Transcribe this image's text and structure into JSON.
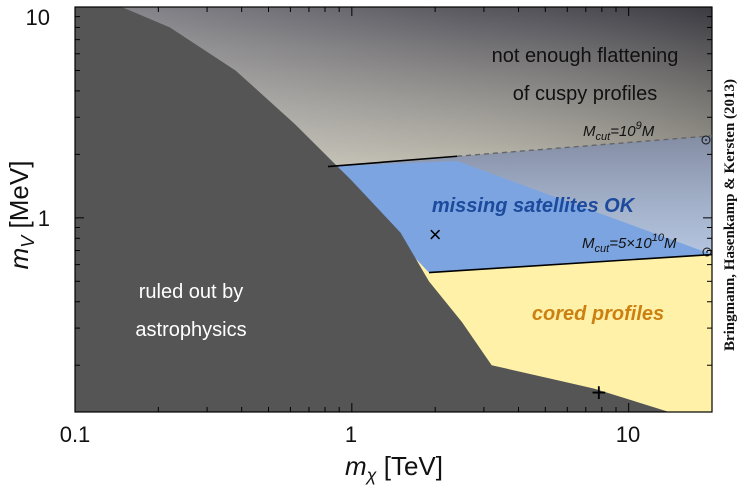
{
  "chart_data": {
    "type": "area",
    "xscale": "log",
    "yscale": "log",
    "xlim": [
      0.1,
      20
    ],
    "ylim": [
      0.12,
      10
    ],
    "x_ticks": [
      "0.1",
      "1",
      "10"
    ],
    "y_ticks": [
      "10",
      "1"
    ],
    "xlabel": {
      "main": "m",
      "sub": "χ",
      "unit": " [TeV]"
    },
    "ylabel": {
      "main": "m",
      "sub": "V",
      "unit": " [MeV]"
    },
    "credit": "Bringmann, Hasenkamp & Kersten (2013)",
    "regions": [
      {
        "name": "ruled_out",
        "labels": [
          "ruled out by",
          "astrophysics"
        ],
        "color": "#555555",
        "boundary_x": [
          0.14,
          0.15,
          0.22,
          0.38,
          0.62,
          1.0,
          1.5,
          1.9,
          2.5,
          3.2,
          7.5,
          14.0
        ],
        "boundary_y": [
          10,
          9.9,
          8.0,
          5.0,
          2.8,
          1.5,
          0.85,
          0.5,
          0.32,
          0.2,
          0.155,
          0.12
        ]
      },
      {
        "name": "not_enough_flattening",
        "labels": [
          "not enough flattening",
          "of cuspy profiles"
        ],
        "color": "#3a3a4a"
      },
      {
        "name": "missing_satellites",
        "labels": [
          "missing satellites OK"
        ],
        "color": "#7ba4e0",
        "text_color": "#1c4a9c"
      },
      {
        "name": "cored_profiles",
        "labels": [
          "cored profiles"
        ],
        "color": "#fff2a8",
        "text_color": "#cc8012"
      }
    ],
    "lines": [
      {
        "name": "Mcut 1e9",
        "label_main": "M",
        "label_sub": "cut",
        "label_eq": "=10",
        "label_sup": "9",
        "label_end": "M",
        "x": [
          0.82,
          20
        ],
        "y": [
          1.75,
          2.45
        ],
        "style": "solid-to-dashed",
        "dash_from_x": 2.4
      },
      {
        "name": "Mcut 5e10",
        "label_main": "M",
        "label_sub": "cut",
        "label_eq": "=5×10",
        "label_sup": "10",
        "label_end": "M",
        "x": [
          1.9,
          20
        ],
        "y": [
          0.55,
          0.67
        ],
        "style": "solid"
      }
    ],
    "markers": [
      {
        "symbol": "×",
        "x": 2.0,
        "y": 0.82
      },
      {
        "symbol": "+",
        "x": 7.8,
        "y": 0.145
      }
    ]
  }
}
